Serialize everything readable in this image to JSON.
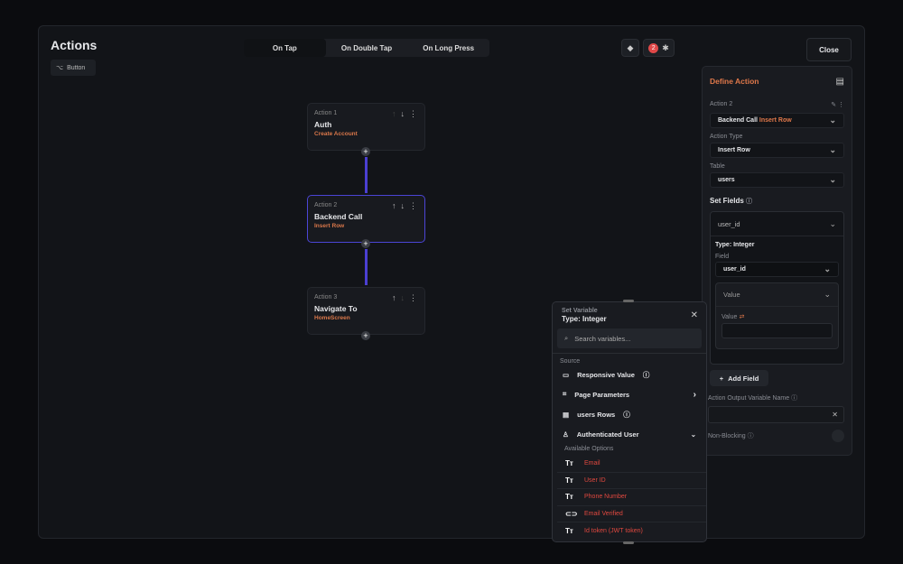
{
  "header": {
    "title": "Actions",
    "widget_chip": "Button",
    "close_label": "Close",
    "debug_badge_count": "2"
  },
  "tabs": [
    {
      "label": "On Tap",
      "active": true
    },
    {
      "label": "On Double Tap"
    },
    {
      "label": "On Long Press"
    }
  ],
  "actions": [
    {
      "label": "Action 1",
      "name": "Auth",
      "sub": "Create Account"
    },
    {
      "label": "Action 2",
      "name": "Backend Call",
      "sub": "Insert Row",
      "selected": true
    },
    {
      "label": "Action 3",
      "name": "Navigate To",
      "sub": "HomeScreen"
    }
  ],
  "define": {
    "title": "Define Action",
    "action_label": "Action 2",
    "action_value": "Backend Call",
    "action_value_sub": "Insert Row",
    "action_type_label": "Action Type",
    "action_type": "Insert Row",
    "table_label": "Table",
    "table": "users",
    "set_fields_label": "Set Fields",
    "field_collapsed": "user_id",
    "type_text": "Type: Integer",
    "field_label": "Field",
    "field_value": "user_id",
    "value_select": "Value",
    "value_label": "Value",
    "add_field": "Add Field",
    "output_var_label": "Action Output Variable Name",
    "non_blocking_label": "Non-Blocking"
  },
  "popup": {
    "title": "Set Variable",
    "type": "Type: Integer",
    "search_placeholder": "Search variables...",
    "source_label": "Source",
    "sources": [
      "Responsive Value",
      "Page Parameters",
      "users Rows",
      "Authenticated User"
    ],
    "options_label": "Available Options",
    "options": [
      "Email",
      "User ID",
      "Phone Number",
      "Email Verified",
      "Id token (JWT token)"
    ]
  },
  "colors": {
    "accent": "#4b3fd1",
    "orange": "#e0784a",
    "red": "#e0483f"
  }
}
